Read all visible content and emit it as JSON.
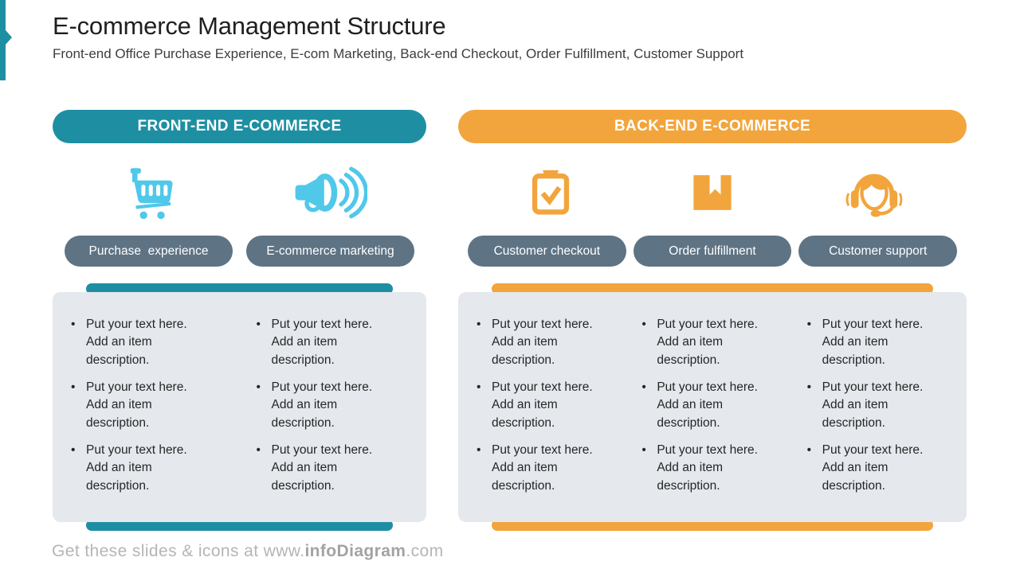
{
  "header": {
    "title": "E-commerce Management Structure",
    "subtitle": "Front-end Office Purchase Experience, E-com Marketing, Back-end Checkout, Order Fulfillment, Customer Support"
  },
  "sections": [
    {
      "id": "front-end",
      "header_label": "FRONT-END E-COMMERCE",
      "accent_color": "#1E8FA3",
      "icon_color": "#4FC8EA",
      "columns": [
        {
          "icon": "shopping-cart-icon",
          "label": "Purchase  experience",
          "bullets": [
            "Put your text here.\nAdd an item\ndescription.",
            "Put your text here.\nAdd an item\ndescription.",
            "Put your text here.\nAdd an item\ndescription."
          ]
        },
        {
          "icon": "megaphone-icon",
          "label": "E-commerce marketing",
          "bullets": [
            "Put your text here.\nAdd an item\ndescription.",
            "Put your text here.\nAdd an item\ndescription.",
            "Put your text here.\nAdd an item\ndescription."
          ]
        }
      ]
    },
    {
      "id": "back-end",
      "header_label": "BACK-END E-COMMERCE",
      "accent_color": "#F2A53C",
      "icon_color": "#F2A53C",
      "columns": [
        {
          "icon": "checkout-clipboard-icon",
          "label": "Customer checkout",
          "bullets": [
            "Put your text here.\nAdd an item\ndescription.",
            "Put your text here.\nAdd an item\ndescription.",
            "Put your text here.\nAdd an item\ndescription."
          ]
        },
        {
          "icon": "order-package-icon",
          "label": "Order fulfillment",
          "bullets": [
            "Put your text here.\nAdd an item\ndescription.",
            "Put your text here.\nAdd an item\ndescription.",
            "Put your text here.\nAdd an item\ndescription."
          ]
        },
        {
          "icon": "support-headset-icon",
          "label": "Customer support",
          "bullets": [
            "Put your text here.\nAdd an item\ndescription.",
            "Put your text here.\nAdd an item\ndescription.",
            "Put your text here.\nAdd an item\ndescription."
          ]
        }
      ]
    }
  ],
  "footer": {
    "prefix": "Get these slides & icons at www.",
    "brand": "infoDiagram",
    "suffix": ".com"
  },
  "colors": {
    "teal": "#1E8FA3",
    "orange": "#F2A53C",
    "icon_blue": "#4FC8EA",
    "slate": "#5E7384",
    "box_gray": "#E5E8ED"
  }
}
